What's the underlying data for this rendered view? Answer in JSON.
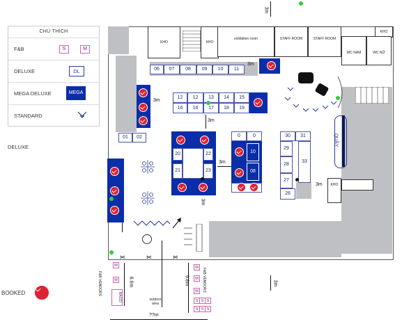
{
  "legend": {
    "title": "CHÚ THÍCH",
    "fb_label": "F&B",
    "fb_s": "S",
    "fb_m": "M",
    "deluxe_label": "DELUXE",
    "deluxe_code": "DL",
    "mega_label": "MEGA DELUXE",
    "mega_code": "MEGA",
    "standard_label": "STANDARD"
  },
  "side_labels": {
    "deluxe": "DELUXE",
    "booked": "BOOKED"
  },
  "rooms": {
    "kho1": "KHO",
    "kho2": "KHO",
    "exhibition": "exhibition room",
    "staff1": "STAFF ROOM",
    "staff2": "STAFF ROOM",
    "kho3": "KHO",
    "wc_nam": "WC NAM",
    "wc_nu": "WC NỮ",
    "kho4": "KHO"
  },
  "booths": {
    "row_top": [
      "06",
      "07",
      "08",
      "09",
      "10",
      "11"
    ],
    "block_a_top": [
      "12",
      "12",
      "13",
      "14",
      "15"
    ],
    "block_a_bottom": [
      "16",
      "16",
      "17",
      "18",
      "19"
    ],
    "left_pair": [
      "01",
      "02"
    ],
    "mega1": [
      "20",
      "21",
      "22",
      "23"
    ],
    "block_b": [
      "0",
      "0",
      "10",
      "08"
    ],
    "block_c": [
      "30",
      "31",
      "29",
      "28",
      "27",
      "26",
      "33"
    ]
  },
  "dimensions": {
    "top": "3m",
    "row": "3m",
    "left": "3m",
    "mid": "3m",
    "mid2": "3m",
    "right": "3m",
    "lower": "3m",
    "bottom_right": "3m",
    "v1": "8.6m",
    "v2": "9.8m",
    "width": "??m"
  },
  "misc": {
    "quay": "QUẦY",
    "outdoor": "outdoor area",
    "baozi": "BAOZI",
    "fb_vendors_left": "F&B VENDORS",
    "fb_vendors_right": "F&B VENDORS",
    "fb_left": [
      "M",
      "M"
    ],
    "fb_right": [
      "M",
      "M",
      "M",
      "S",
      "S",
      "S",
      "S",
      "S",
      "S"
    ]
  },
  "colors": {
    "mega": "#0a2ea8",
    "booked": "#dd2233",
    "wall": "#bfc0c3",
    "exit": "#33cc33"
  }
}
